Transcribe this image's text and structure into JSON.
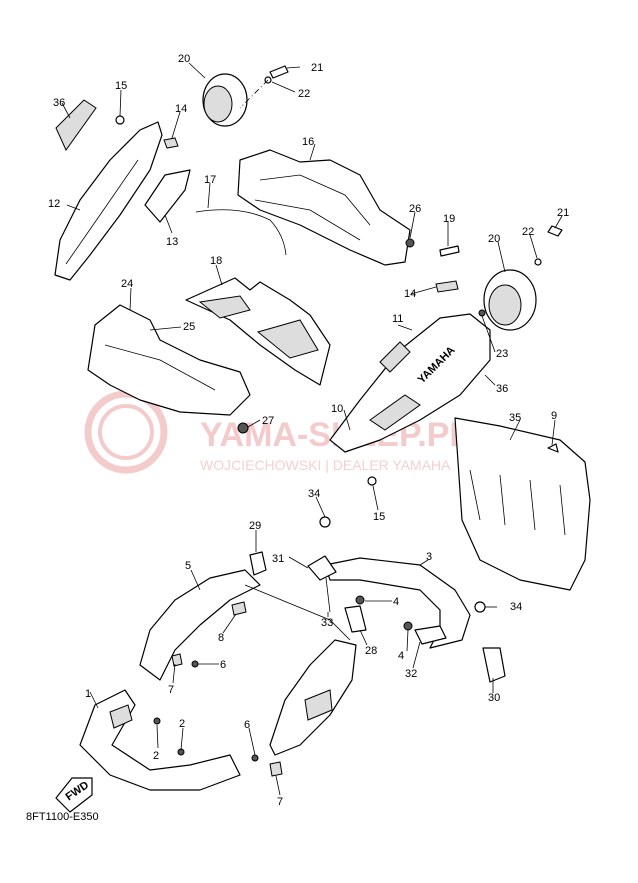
{
  "diagram": {
    "code": "8FT1100-E350",
    "fwd_label": "FWD",
    "brand_stamp": "YAMAHA",
    "watermark": {
      "title": "YAMA-SKLEP.PL",
      "subtitle": "WOJCIECHOWSKI | DEALER YAMAHA"
    },
    "callouts": [
      "1",
      "2",
      "2",
      "3",
      "4",
      "4",
      "5",
      "6",
      "6",
      "7",
      "7",
      "8",
      "9",
      "10",
      "11",
      "12",
      "13",
      "14",
      "14",
      "15",
      "15",
      "16",
      "17",
      "18",
      "19",
      "20",
      "20",
      "21",
      "21",
      "22",
      "22",
      "23",
      "24",
      "25",
      "26",
      "27",
      "28",
      "29",
      "30",
      "31",
      "32",
      "33",
      "34",
      "34",
      "35",
      "36",
      "36"
    ]
  }
}
